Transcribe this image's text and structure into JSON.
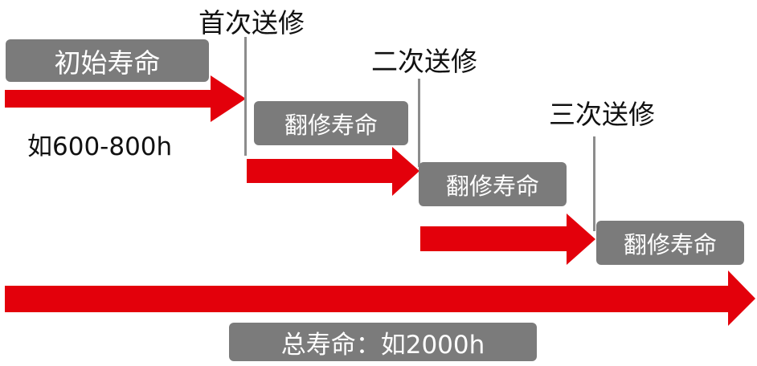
{
  "colors": {
    "arrow": "#e3000b",
    "box": "#7b7b7b",
    "line": "#8c8c8c",
    "text": "#111111",
    "box_text": "#ffffff"
  },
  "initial": {
    "label": "初始寿命",
    "note": "如600-800h"
  },
  "repairs": [
    {
      "label": "首次送修",
      "box": "翻修寿命"
    },
    {
      "label": "二次送修",
      "box": "翻修寿命"
    },
    {
      "label": "三次送修",
      "box": "翻修寿命"
    }
  ],
  "total": {
    "label": "总寿命：如2000h"
  }
}
